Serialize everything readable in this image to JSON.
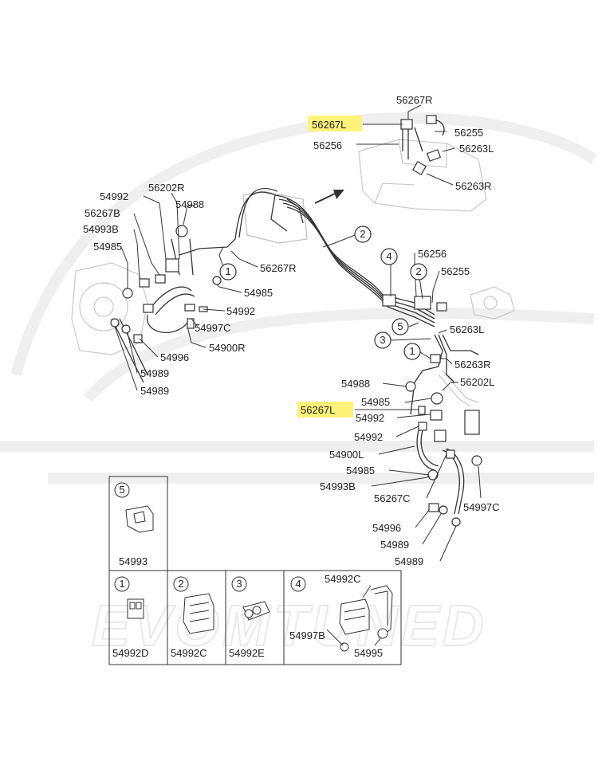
{
  "watermark": "EVOMTUNED",
  "labels": {
    "l56267R_top": "56267R",
    "l56267L_top": "56267L",
    "l56255_top": "56255",
    "l56256_top": "56256",
    "l56263L_top": "56263L",
    "l56263R_top": "56263R",
    "l54992_a": "54992",
    "l56202R": "56202R",
    "l54988_a": "54988",
    "l56267B": "56267B",
    "l54993B_a": "54993B",
    "l54985_a": "54985",
    "l56267R_mid": "56267R",
    "l54985_b": "54985",
    "l54992_b": "54992",
    "l54997C_a": "54997C",
    "l54900R": "54900R",
    "l54996_a": "54996",
    "l54989_a": "54989",
    "l54989_b": "54989",
    "l56256_mid": "56256",
    "l56255_mid": "56255",
    "l56263L_mid": "56263L",
    "l56263R_mid": "56263R",
    "l56202L": "56202L",
    "l54988_b": "54988",
    "l54985_c": "54985",
    "l56267L_mid": "56267L",
    "l54992_c": "54992",
    "l54992_d": "54992",
    "l54900L": "54900L",
    "l54985_d": "54985",
    "l54993B_b": "54993B",
    "l56267C": "56267C",
    "l54997C_b": "54997C",
    "l54996_b": "54996",
    "l54989_c": "54989",
    "l54989_d": "54989"
  },
  "callouts": {
    "c1_a": "1",
    "c2_a": "2",
    "c4_a": "4",
    "c2_b": "2",
    "c5_a": "5",
    "c3_a": "3",
    "c1_b": "1"
  },
  "inset": {
    "box5_num": "5",
    "box5_part": "54993",
    "box1_num": "1",
    "box1_part": "54992D",
    "box2_num": "2",
    "box2_part": "54992C",
    "box3_num": "3",
    "box3_part": "54992E",
    "box4_num": "4",
    "box4_part_a": "54992C",
    "box4_part_b": "54997B",
    "box4_part_c": "54995"
  },
  "colors": {
    "highlight": "#fff27a",
    "line": "#333333",
    "ghost": "#c8c8c8"
  }
}
